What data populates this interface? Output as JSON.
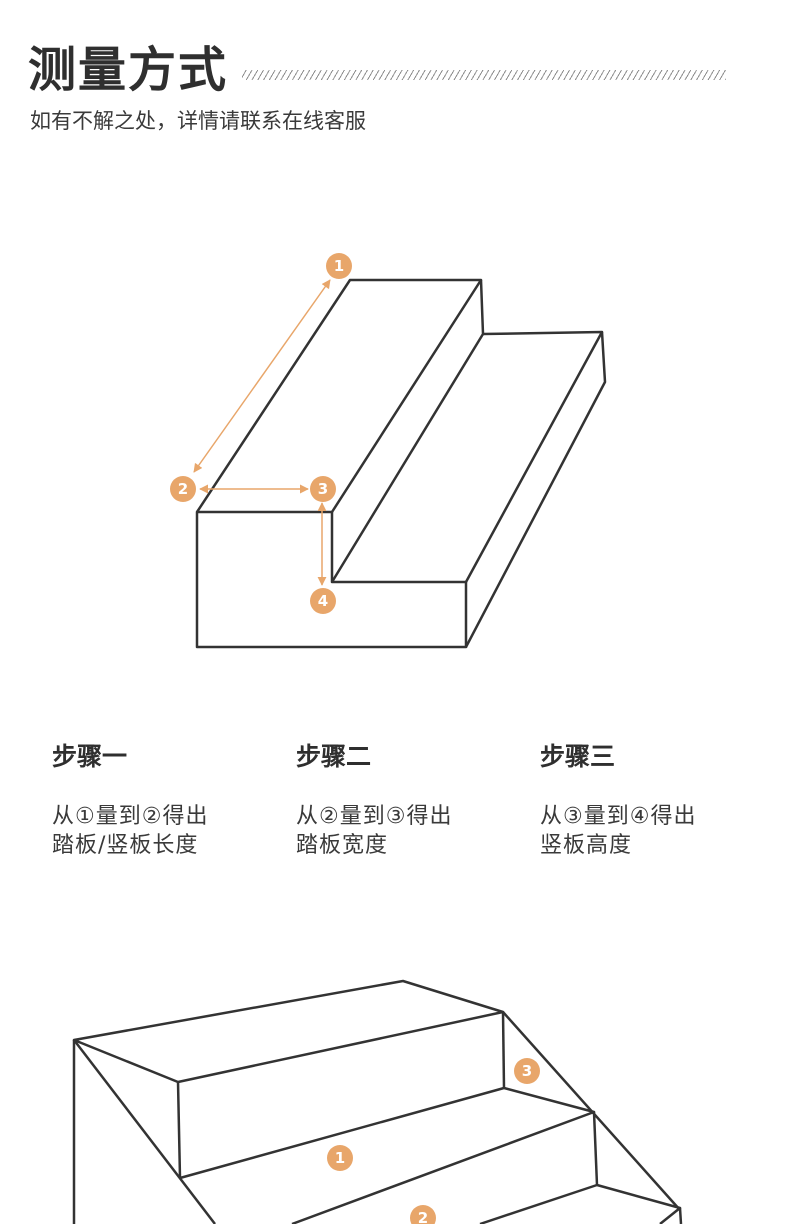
{
  "header": {
    "title": "测量方式",
    "subtitle": "如有不解之处，详情请联系在线客服"
  },
  "diagram_top": {
    "markers": [
      "1",
      "2",
      "3",
      "4"
    ]
  },
  "steps": [
    {
      "title": "步骤一",
      "line1": "从①量到②得出",
      "line2": "踏板/竖板长度"
    },
    {
      "title": "步骤二",
      "line1": "从②量到③得出",
      "line2": "踏板宽度"
    },
    {
      "title": "步骤三",
      "line1": "从③量到④得出",
      "line2": "竖板高度"
    }
  ],
  "diagram_bottom": {
    "markers": [
      "3",
      "1",
      "2"
    ]
  },
  "colors": {
    "accent": "#E8A66A",
    "line": "#333333"
  }
}
